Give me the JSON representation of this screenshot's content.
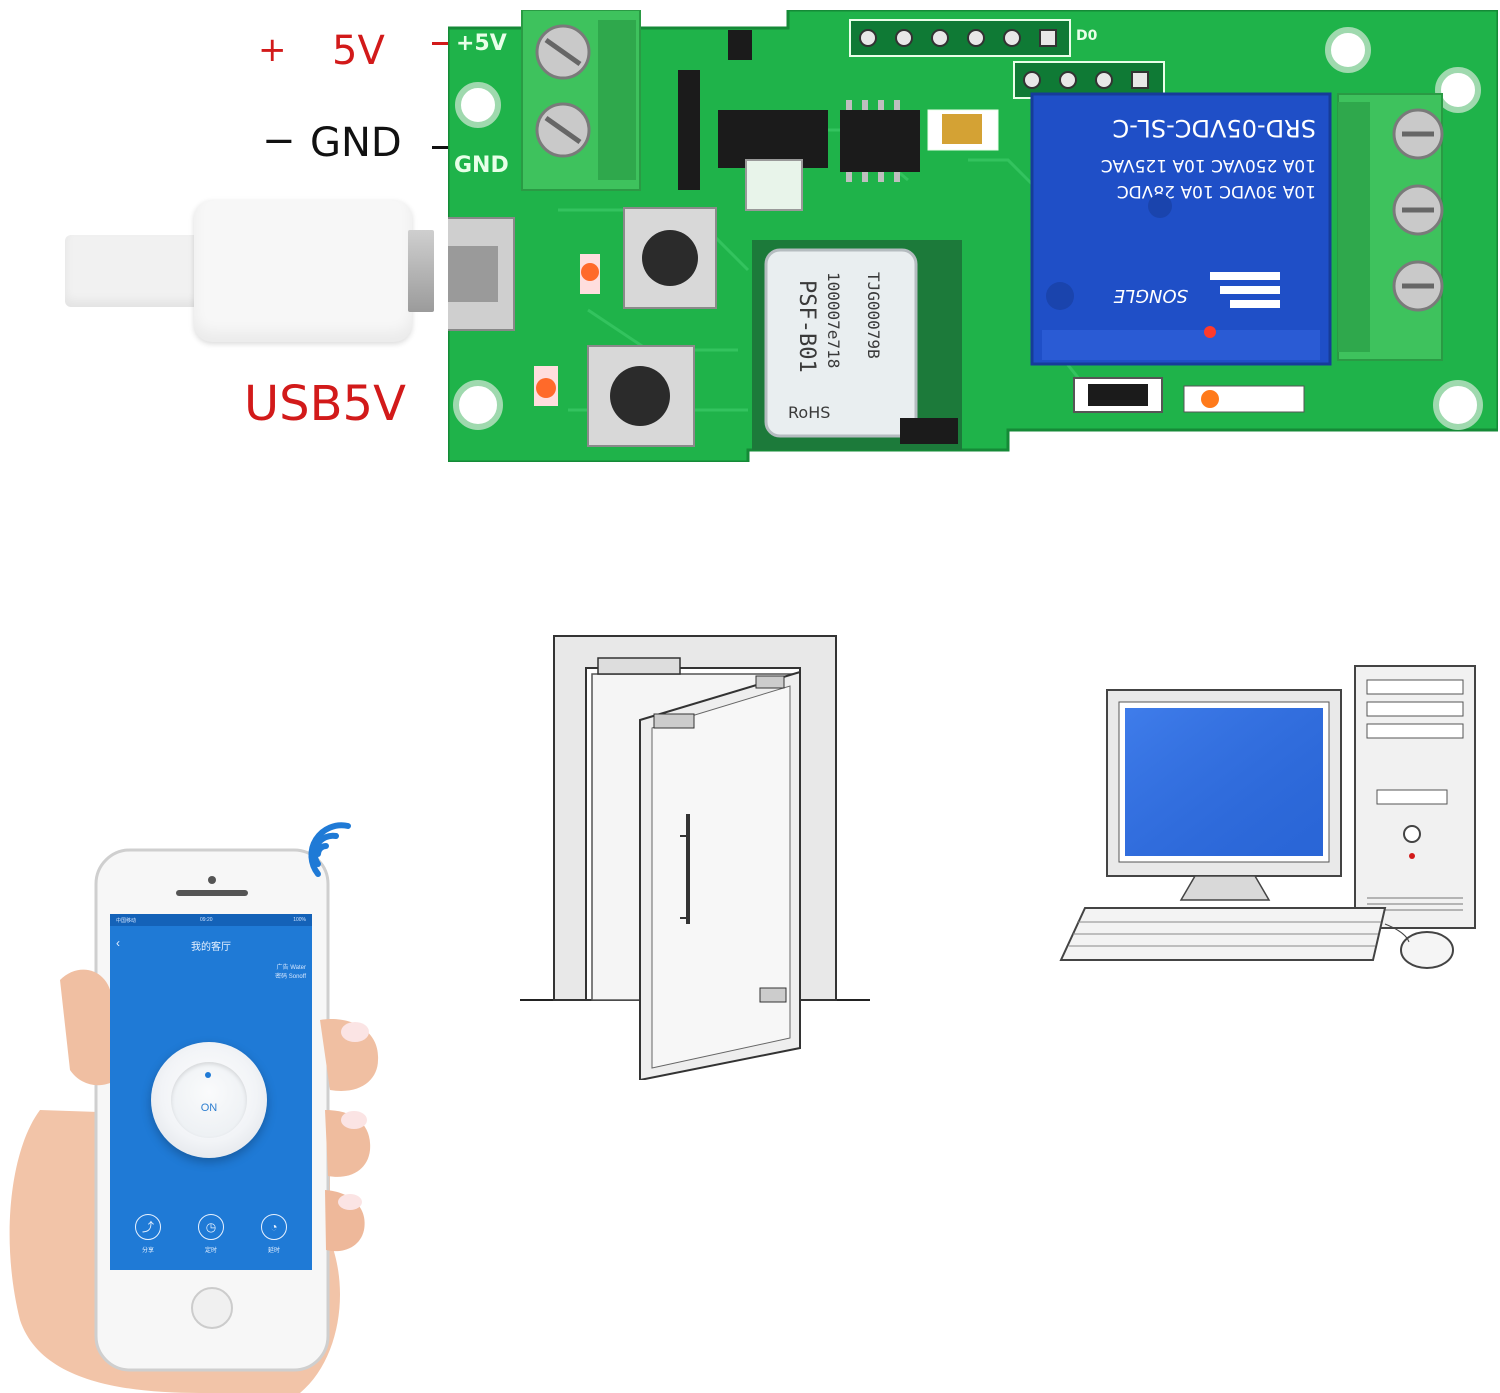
{
  "board_labels": {
    "plus": "+",
    "v5": "5V",
    "minus": "−",
    "gnd": "GND",
    "usb": "USB5V"
  },
  "pcb_text": {
    "relay_model": "SRD-05VDC-SL-C",
    "relay_line1": "10A 250VAC  10A 125VAC",
    "relay_line2": "10A 30VDC  10A 28VDC",
    "relay_brand": "SONGLE",
    "module_model": "PSF-B01",
    "module_code1": "100007e718",
    "module_code2": "TJG00079B",
    "rohs": "RoHS",
    "silk_5v": "+5V",
    "silk_gnd": "GND",
    "silk_d0": "D0"
  },
  "phone_app": {
    "title": "我的客厅",
    "back_symbol": "‹",
    "status_left": "中国移动",
    "status_mid": "09:20",
    "status_right": "100%",
    "side_line1": "广告 Water",
    "side_line2": "密码 Sonoff",
    "power_label": "ON",
    "bottom_items": [
      {
        "icon": "share-icon",
        "glyph": "⤴",
        "label": "分享"
      },
      {
        "icon": "timer-icon",
        "glyph": "◷",
        "label": "定时"
      },
      {
        "icon": "schedule-icon",
        "glyph": "◔",
        "label": "延时"
      }
    ]
  },
  "colors": {
    "label_red": "#d21a1a",
    "pcb_green": "#1fb34a",
    "terminal_green": "#3ec25d",
    "relay_blue": "#1f4fc7",
    "screen_blue": "#1f7ad6"
  }
}
